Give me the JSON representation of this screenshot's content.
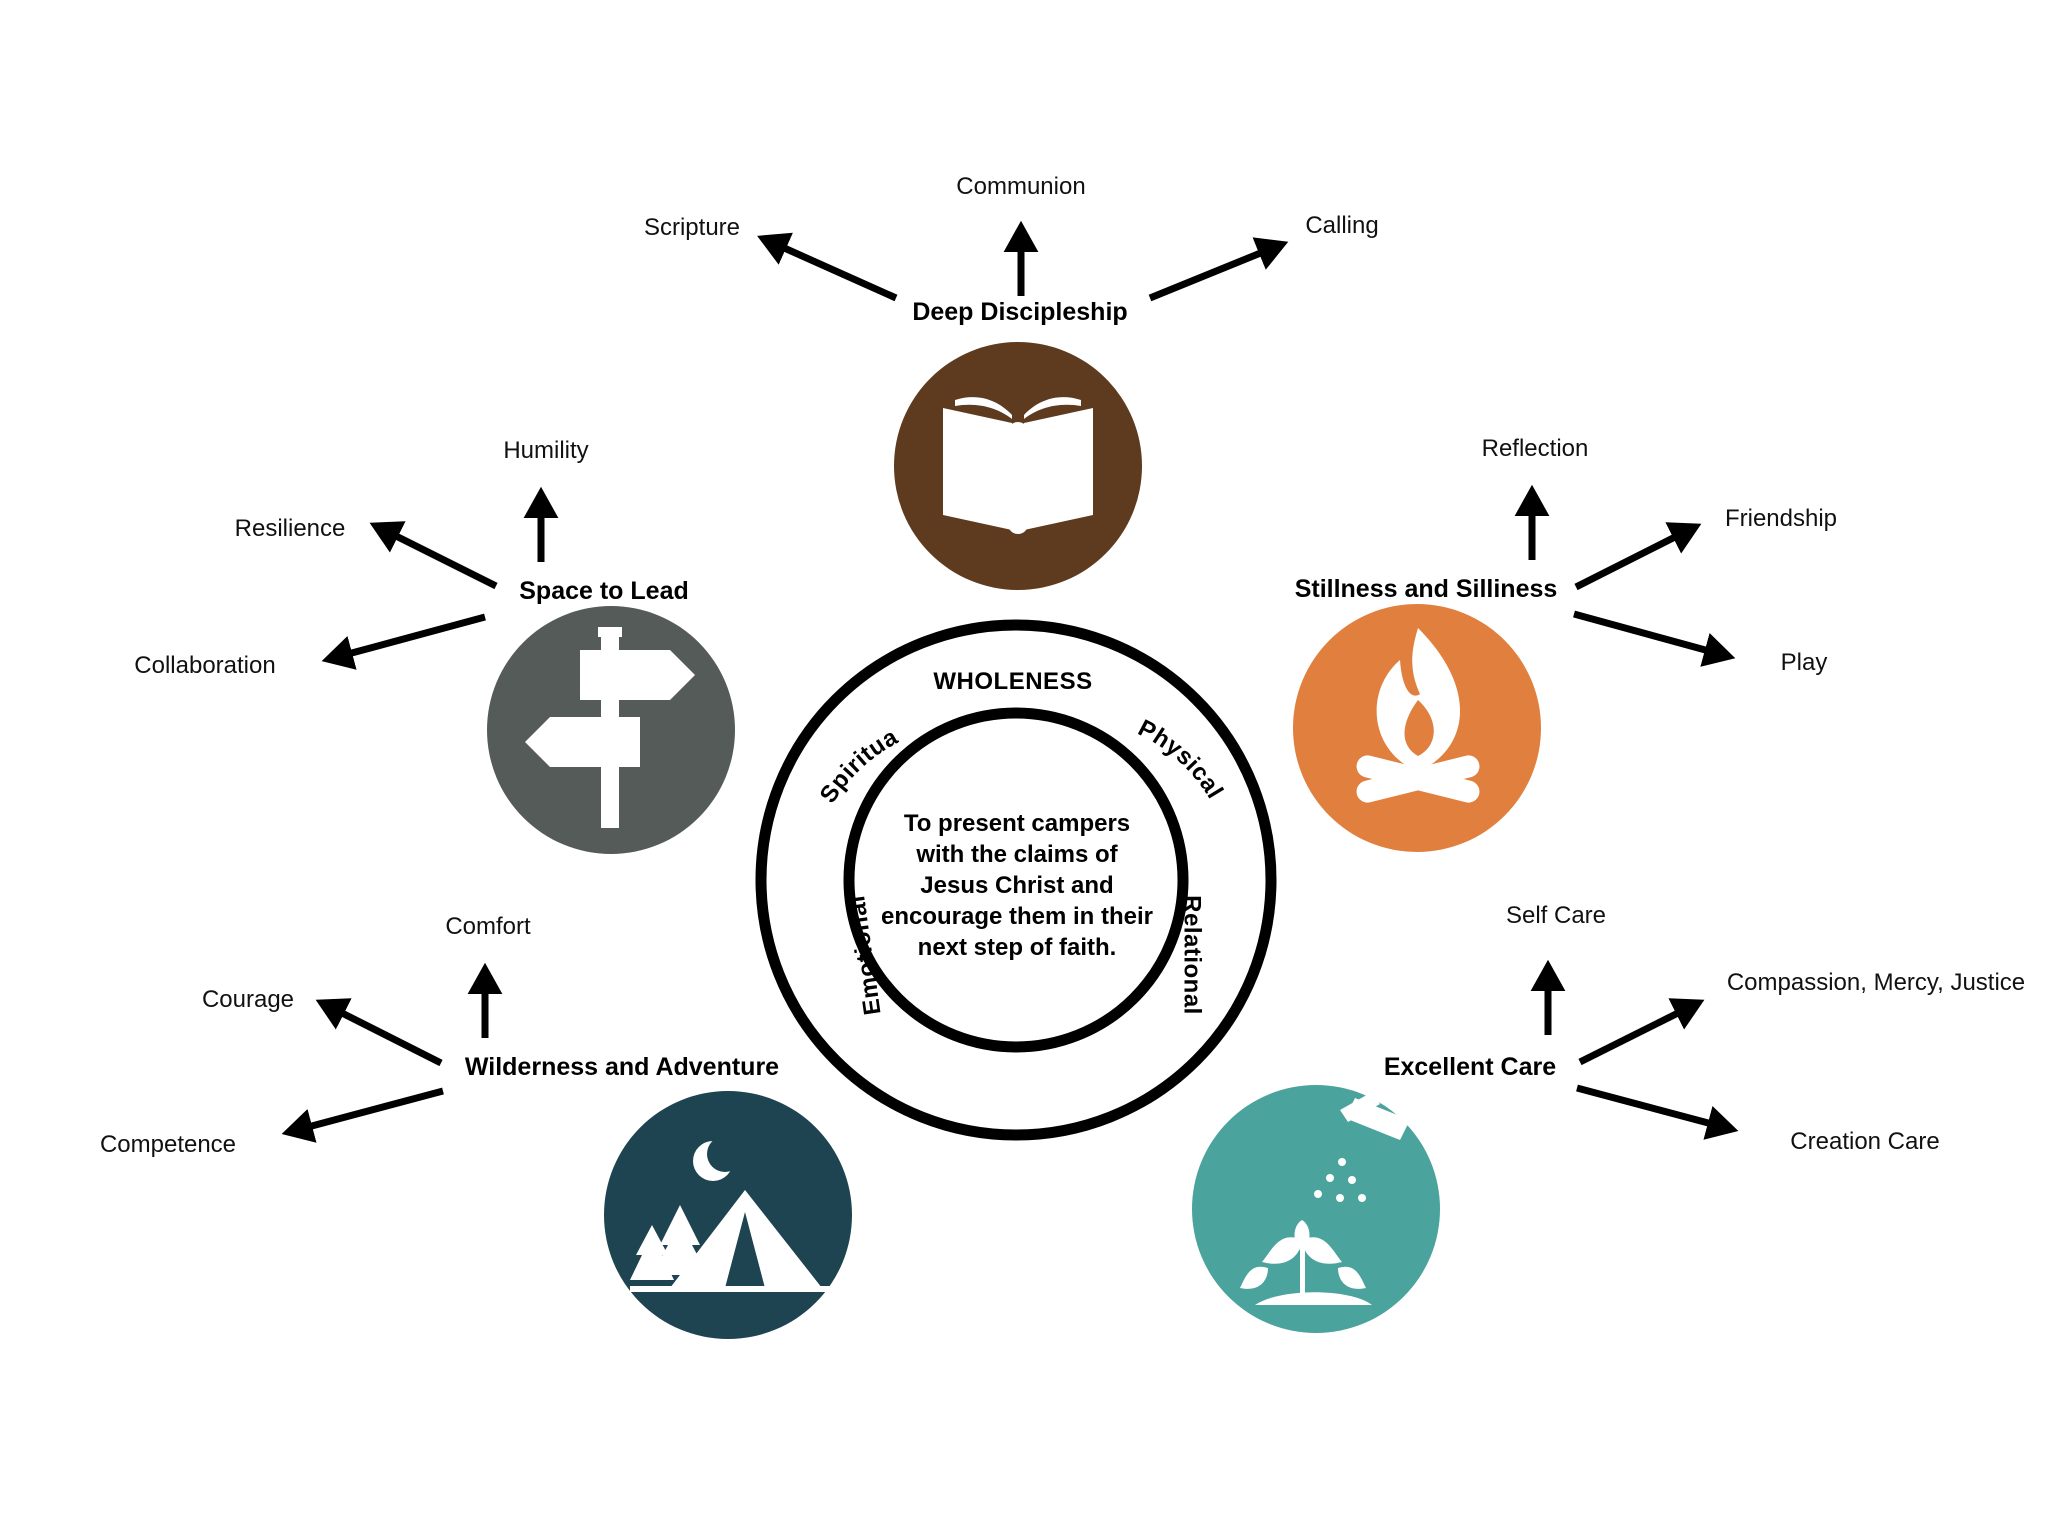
{
  "diagram": {
    "center": {
      "heading": "WHOLENESS",
      "mission_lines": [
        "To present campers",
        "with the claims of",
        "Jesus Christ and",
        "encourage them in their",
        "next step of faith."
      ],
      "dimensions": {
        "spiritual": "Spiritual",
        "physical": "Physical",
        "emotional": "Emotional",
        "relational": "Relational"
      }
    },
    "pillars": {
      "deep_discipleship": {
        "title": "Deep Discipleship",
        "icon": "open-book-icon",
        "color": "#5e3b1e",
        "outcomes": [
          "Scripture",
          "Communion",
          "Calling"
        ]
      },
      "space_to_lead": {
        "title": "Space to Lead",
        "icon": "signpost-icon",
        "color": "#555b59",
        "outcomes": [
          "Humility",
          "Resilience",
          "Collaboration"
        ]
      },
      "stillness_silliness": {
        "title": "Stillness and Silliness",
        "icon": "campfire-icon",
        "color": "#e07f3e",
        "outcomes": [
          "Reflection",
          "Friendship",
          "Play"
        ]
      },
      "wilderness_adventure": {
        "title": "Wilderness and Adventure",
        "icon": "tent-moon-icon",
        "color": "#1d4450",
        "outcomes": [
          "Comfort",
          "Courage",
          "Competence"
        ]
      },
      "excellent_care": {
        "title": "Excellent Care",
        "icon": "watering-can-icon",
        "color": "#4aa39c",
        "outcomes": [
          "Self Care",
          "Compassion, Mercy, Justice",
          "Creation Care"
        ]
      }
    }
  }
}
